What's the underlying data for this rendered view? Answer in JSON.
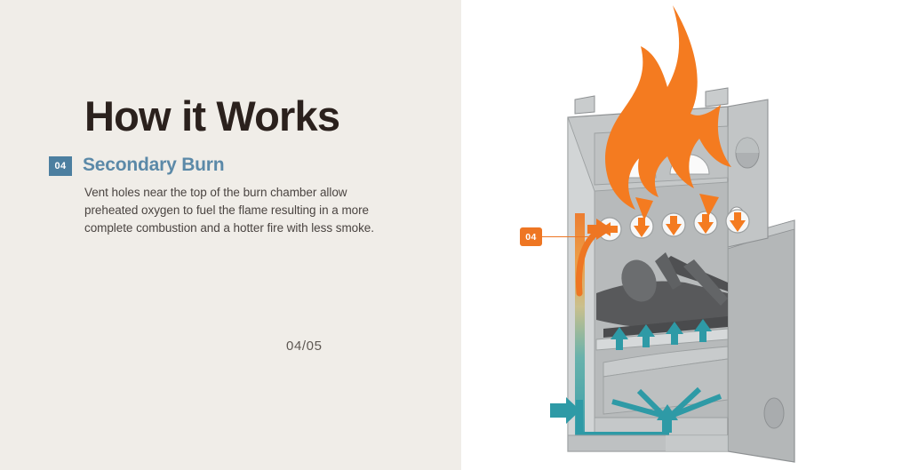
{
  "slide": {
    "title": "How it Works",
    "page_counter": "04/05",
    "background_color": "#F0EDE8"
  },
  "step": {
    "number": "04",
    "heading": "Secondary Burn",
    "body": "Vent holes near the top of the burn chamber allow preheated oxygen to fuel the flame resulting in a more complete combustion and a hotter fire with less smoke.",
    "badge_color": "#4C7FA0",
    "heading_color": "#5B89A8"
  },
  "illustration": {
    "callout_number": "04",
    "callout_color": "#EE7623",
    "flame_color": "#F47B20",
    "airflow_color": "#2E9AA6",
    "body_color": "#B9BCBD",
    "fuel_color": "#58595B",
    "vent_hole_count": 5,
    "secondary_arrow_count": 5,
    "intake_arrow_count": 4
  }
}
